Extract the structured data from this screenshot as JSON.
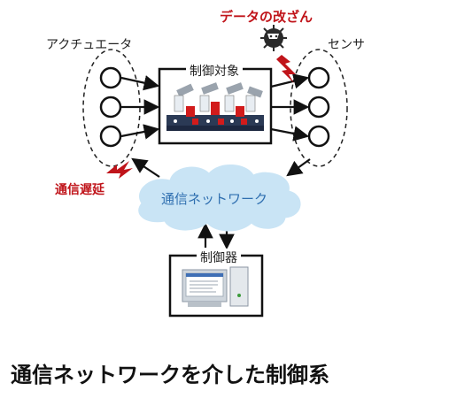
{
  "labels": {
    "actuator": "アクチュエータ",
    "sensor": "センサ",
    "controlled_object": "制御対象",
    "controller": "制御器",
    "network": "通信ネットワーク",
    "data_tampering": "データの改ざん",
    "comm_delay": "通信遅延",
    "caption": "通信ネットワークを介した制御系"
  },
  "colors": {
    "attack_red": "#c0141a",
    "cloud_fill": "#c9e4f5",
    "network_text": "#2f6fb0",
    "line": "#111111"
  },
  "icons": {
    "attacker": "virus-hacker-icon",
    "robot_factory": "robot-arm-factory-icon",
    "computer": "desktop-computer-icon"
  }
}
